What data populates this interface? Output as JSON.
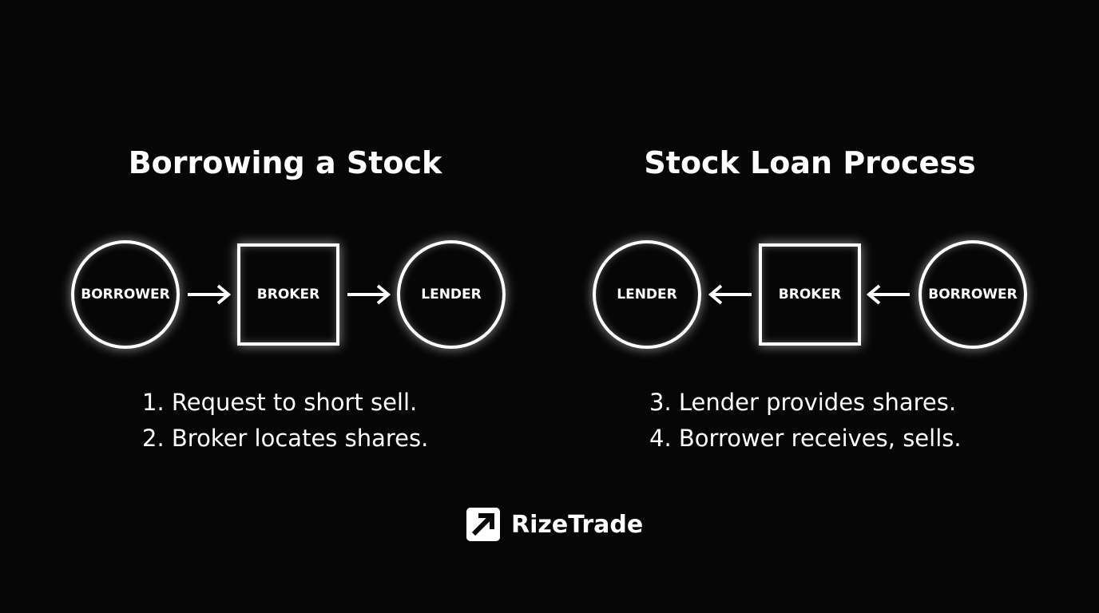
{
  "left": {
    "title": "Borrowing a Stock",
    "nodes": [
      "BORROWER",
      "BROKER",
      "LENDER"
    ],
    "steps": [
      "1. Request to short sell.",
      "2. Broker locates shares."
    ]
  },
  "right": {
    "title": "Stock Loan Process",
    "nodes": [
      "LENDER",
      "BROKER",
      "BORROWER"
    ],
    "steps": [
      "3. Lender provides shares.",
      "4. Borrower receives, sells."
    ]
  },
  "brand": {
    "name": "RizeTrade",
    "icon": "arrow-up-right-logo"
  }
}
